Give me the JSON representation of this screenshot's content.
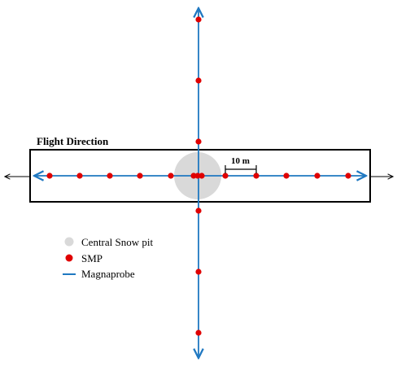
{
  "diagram": {
    "flight_direction_label": "Flight Direction",
    "scale_label": "10 m",
    "colors": {
      "magnaprobe": "#1f78c1",
      "smp": "#e00000",
      "snow_pit": "#d9d9d9",
      "frame": "#000000"
    }
  },
  "legend": {
    "items": [
      {
        "label": "Central Snow pit",
        "symbol": "grey-disc"
      },
      {
        "label": "SMP",
        "symbol": "red-dot"
      },
      {
        "label": "Magnaprobe",
        "symbol": "blue-line"
      }
    ]
  }
}
